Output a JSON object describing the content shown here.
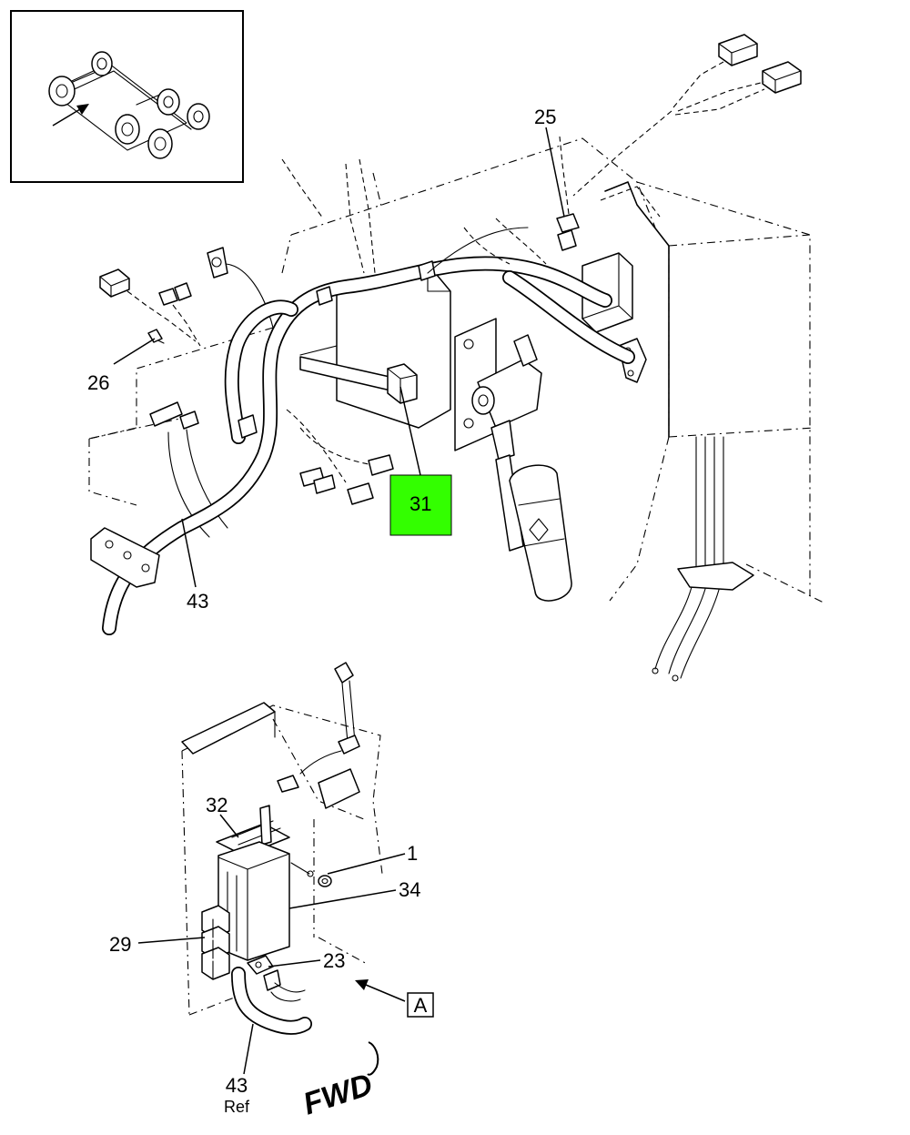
{
  "callouts": {
    "c25": "25",
    "c26": "26",
    "c31": "31",
    "c43": "43",
    "c32": "32",
    "c1": "1",
    "c34": "34",
    "c29": "29",
    "c23": "23",
    "c43ref_num": "43",
    "c43ref_sub": "Ref",
    "view_a": "A"
  },
  "direction_label": "FWD",
  "highlight_color": "#33ff00"
}
